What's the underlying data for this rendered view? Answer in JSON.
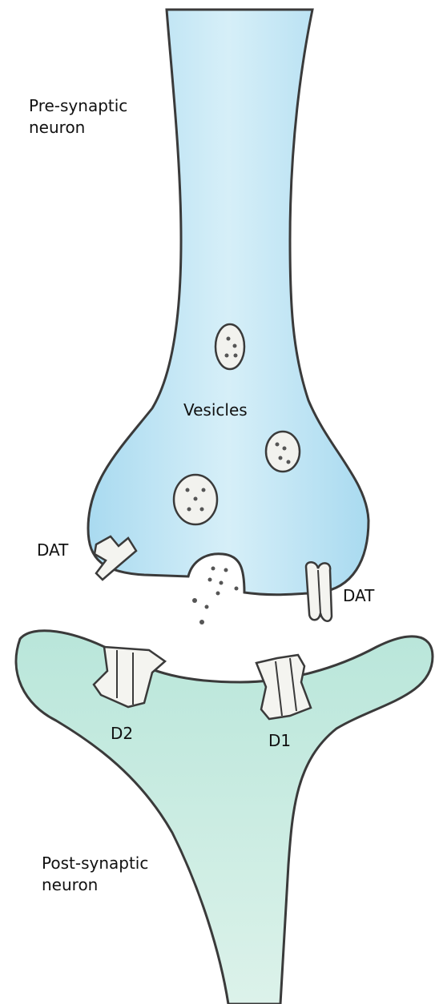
{
  "labels": {
    "pre_line1": "Pre-synaptic",
    "pre_line2": "neuron",
    "vesicles": "Vesicles",
    "dat_left": "DAT",
    "dat_right": "DAT",
    "d2": "D2",
    "d1": "D1",
    "post_line1": "Post-synaptic",
    "post_line2": "neuron"
  },
  "colors": {
    "presynaptic_fill": "#bfe4f2",
    "postsynaptic_fill": "#c9eadf",
    "outline": "#3a3a3a",
    "receptor_fill": "#f4f4f0"
  }
}
